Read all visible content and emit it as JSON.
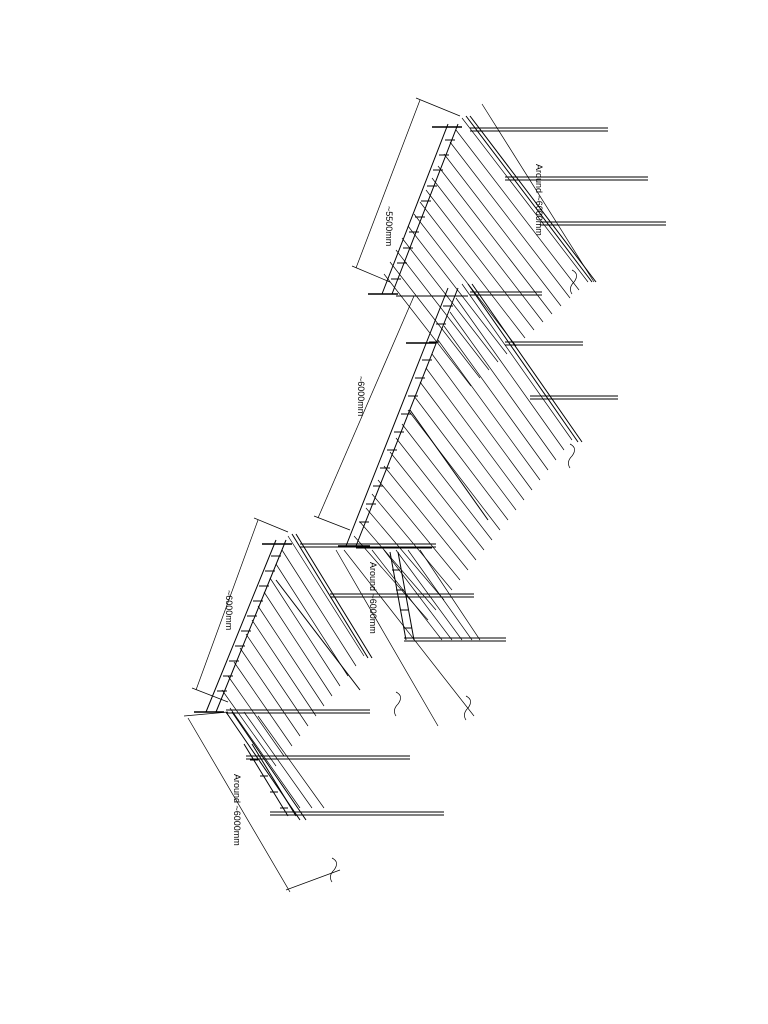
{
  "drawing": {
    "colors": {
      "line": "#000000",
      "background": "#ffffff"
    },
    "sections": [
      {
        "name": "upper-section",
        "width_label": "~5500mm",
        "span_label": "Around ~6000mm"
      },
      {
        "name": "middle-section",
        "width_label": "~6000mm",
        "span_label": "Around ~6000mm"
      },
      {
        "name": "lower-section",
        "width_label": "~6000mm",
        "span_label": "Around ~6000mm"
      }
    ]
  }
}
